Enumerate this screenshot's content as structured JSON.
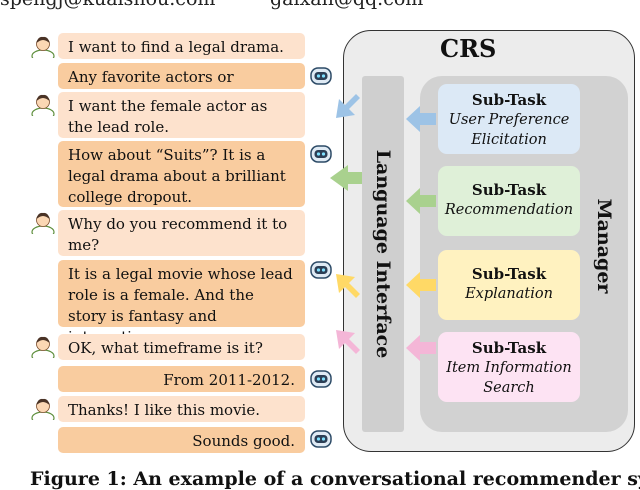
{
  "header": {
    "left_email": "spengj@kuaishou.com",
    "right_email": "gaixan@qq.com"
  },
  "dialogue": [
    {
      "speaker": "user",
      "text": "I want to find a legal drama."
    },
    {
      "speaker": "system",
      "text": "Any favorite actors or directors?"
    },
    {
      "speaker": "user",
      "text": "I want the female actor as the lead role."
    },
    {
      "speaker": "system",
      "text": "How about “Suits”? It is a legal drama about a brilliant college dropout."
    },
    {
      "speaker": "user",
      "text": "Why do you recommend it to me?"
    },
    {
      "speaker": "system",
      "text": "It is a legal movie whose lead role is a female. And the story is fantasy and interesting."
    },
    {
      "speaker": "user",
      "text": "OK, what timeframe is it?"
    },
    {
      "speaker": "system",
      "text": "From 2011-2012."
    },
    {
      "speaker": "user",
      "text": "Thanks! I like this movie."
    },
    {
      "speaker": "system",
      "text": "Sounds good."
    }
  ],
  "crs": {
    "title": "CRS",
    "language_interface": "Language Interface",
    "manager": "Manager",
    "subtasks": [
      {
        "title": "Sub-Task",
        "desc_line1": "User Preference",
        "desc_line2": "Elicitation",
        "color": "#dce9f6",
        "arrow_color": "#9dc3e6"
      },
      {
        "title": "Sub-Task",
        "desc_line1": "Recommendation",
        "desc_line2": "",
        "color": "#dff0d8",
        "arrow_color": "#a9d18e"
      },
      {
        "title": "Sub-Task",
        "desc_line1": "Explanation",
        "desc_line2": "",
        "color": "#fff2c0",
        "arrow_color": "#ffd966"
      },
      {
        "title": "Sub-Task",
        "desc_line1": "Item Information",
        "desc_line2": "Search",
        "color": "#fde3f3",
        "arrow_color": "#f4b6d7"
      }
    ]
  },
  "caption": "Figure 1: An example of a conversational recommender sys",
  "colors": {
    "user_bubble": "#fde2cd",
    "system_bubble": "#f9cc9f",
    "crs_bg": "#ececec"
  }
}
